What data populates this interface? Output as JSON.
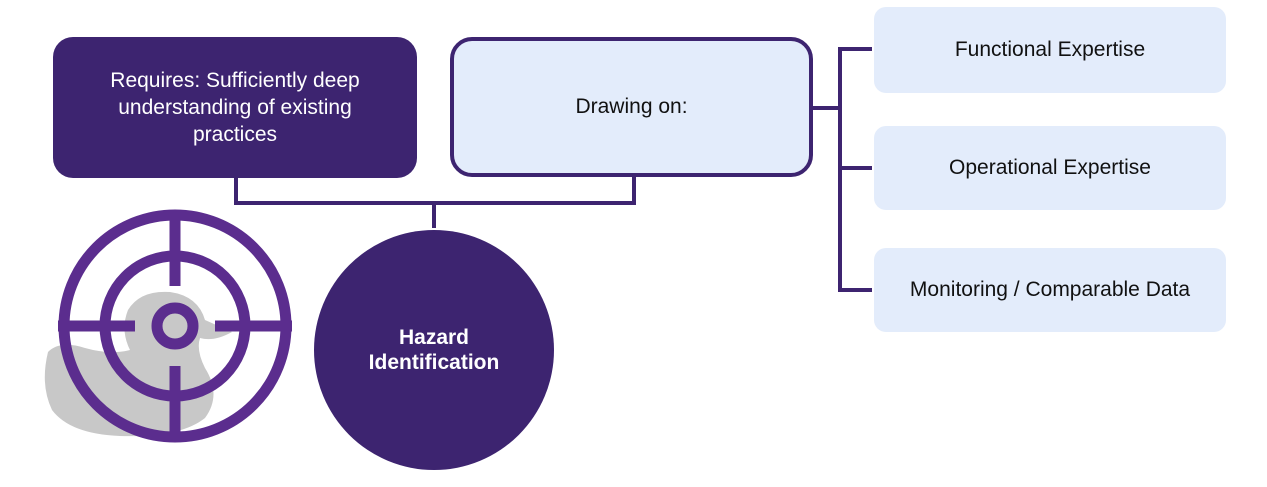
{
  "requires_box": {
    "text": "Requires: Sufficiently deep understanding of existing practices"
  },
  "drawing_box": {
    "text": "Drawing on:"
  },
  "sources": [
    {
      "label": "Functional Expertise"
    },
    {
      "label": "Operational Expertise"
    },
    {
      "label": "Monitoring / Comparable Data"
    }
  ],
  "hazard": {
    "label": "Hazard Identification"
  },
  "icons": {
    "target": "duck-target-icon"
  },
  "colors": {
    "primary": "#3d2470",
    "light": "#e3ecfb",
    "duck": "#c8c8c8",
    "ring": "#5b2d8e"
  }
}
